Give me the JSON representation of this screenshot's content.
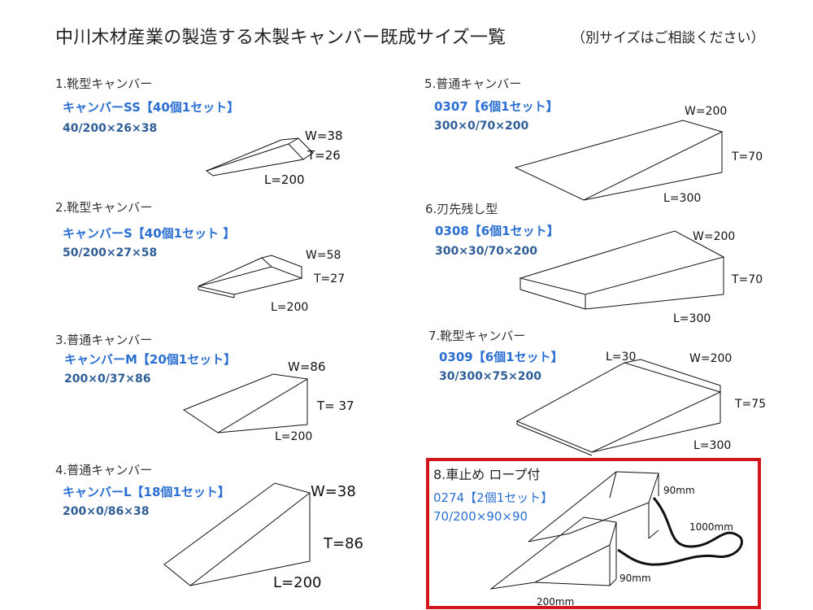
{
  "page": {
    "title": "中川木材産業の製造する木製キャンバー既成サイズ一覧",
    "note": "（別サイズはご相談ください）"
  },
  "items": [
    {
      "label": "1.靴型キャンバー",
      "product": "キャンバーSS【40個1セット】",
      "dims": "40/200×26×38",
      "w": "W=38",
      "t": "T=26",
      "l": "L=200"
    },
    {
      "label": "2.靴型キャンバー",
      "product": "キャンバーS【40個1セット 】",
      "dims": "50/200×27×58",
      "w": "W=58",
      "t": "T=27",
      "l": "L=200"
    },
    {
      "label": "3.普通キャンバー",
      "product": "キャンバーM【20個1セット】",
      "dims": "200×0/37×86",
      "w": "W=86",
      "t": "T= 37",
      "l": "L=200"
    },
    {
      "label": "4.普通キャンバー",
      "product": "キャンバーL【18個1セット】",
      "dims": "200×0/86×38",
      "w": "W=38",
      "t": "T=86",
      "l": "L=200"
    },
    {
      "label": "5.普通キャンバー",
      "product": "0307【6個1セット】",
      "dims": "300×0/70×200",
      "w": "W=200",
      "t": "T=70",
      "l": "L=300"
    },
    {
      "label": "6.刃先残し型",
      "product": "0308【6個1セット】",
      "dims": "300×30/70×200",
      "w": "W=200",
      "t": "T=70",
      "l": "L=300"
    },
    {
      "label": "7.靴型キャンバー",
      "product": "0309【6個1セット】",
      "dims": "30/300×75×200",
      "w": "W=200",
      "t": "T=75",
      "l": "L=300",
      "l2": "L=30"
    },
    {
      "label": "8.車止め ロープ付",
      "product": "0274【2個1セット】",
      "dims": "70/200×90×90",
      "h1": "90mm",
      "h2": "90mm",
      "rope": "1000mm",
      "l": "200mm"
    }
  ],
  "colors": {
    "product": "#2a6fd1",
    "dims": "#2e5d97",
    "highlight": "#d3141b"
  }
}
